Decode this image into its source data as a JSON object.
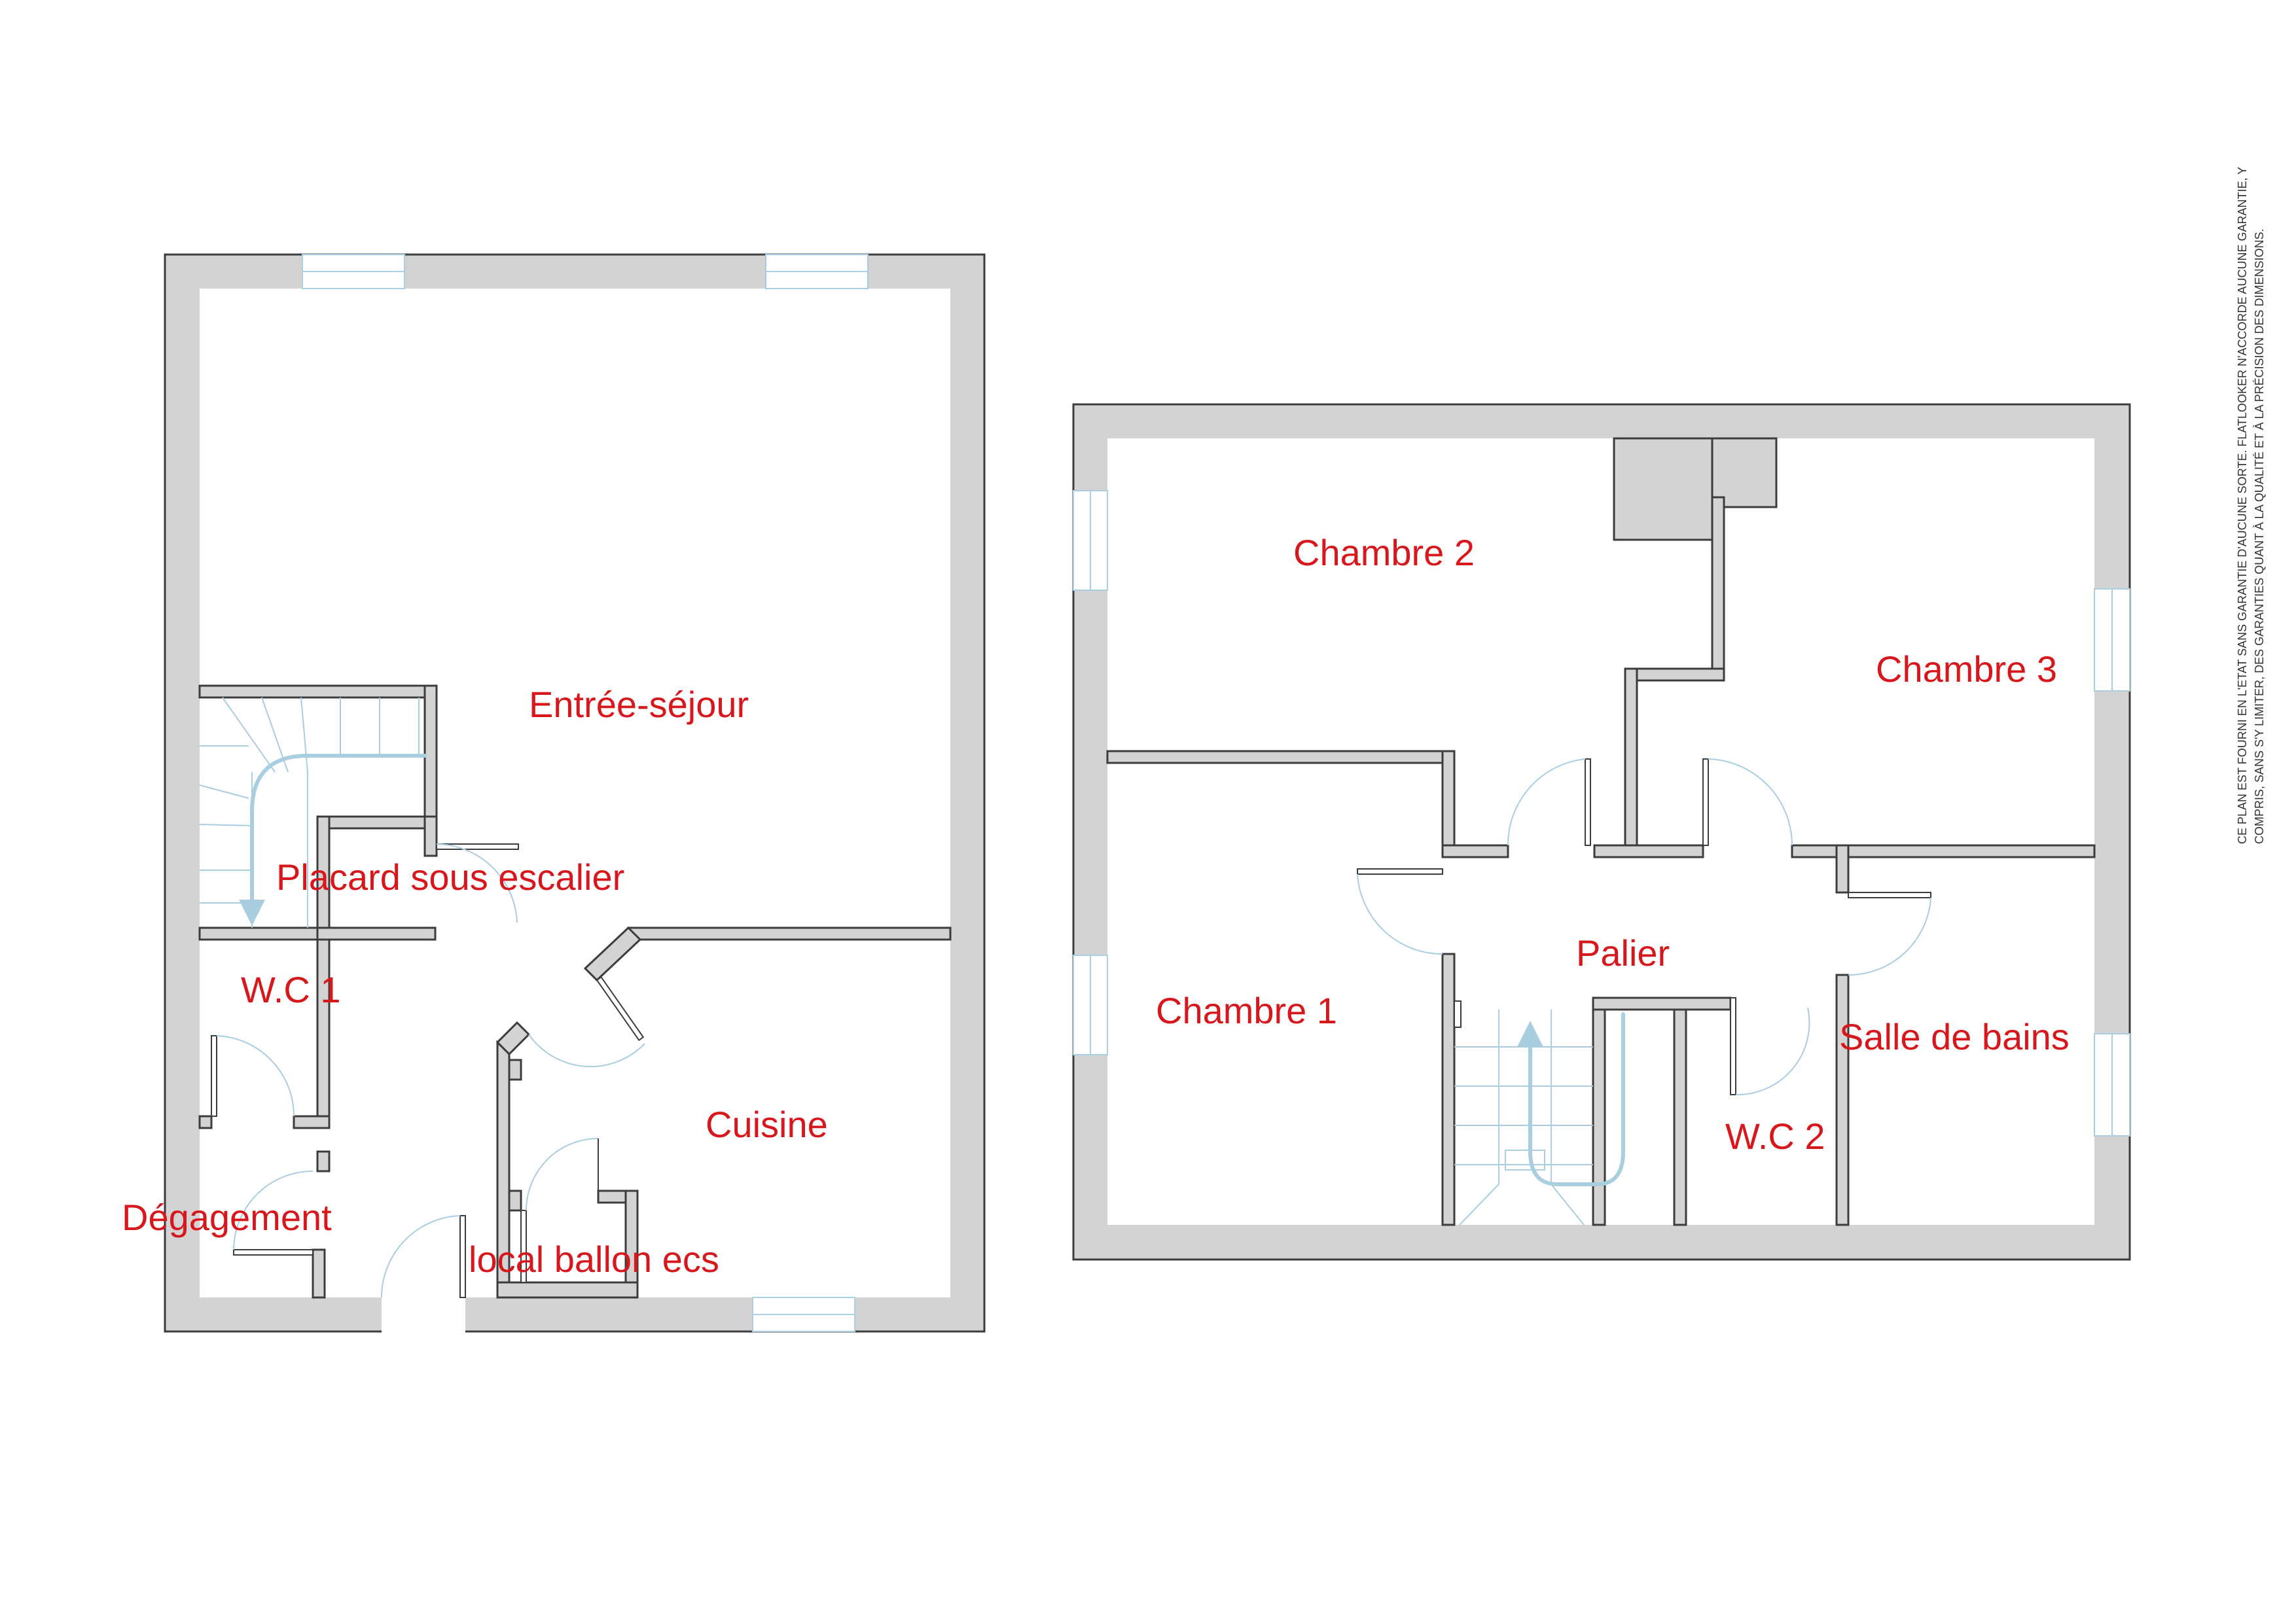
{
  "rooms": {
    "entree_sejour": "Entrée-séjour",
    "placard": "Placard sous escalier",
    "wc1": "W.C 1",
    "degagement": "Dégagement",
    "local_ballon": "local ballon ecs",
    "cuisine": "Cuisine",
    "chambre1": "Chambre 1",
    "chambre2": "Chambre 2",
    "chambre3": "Chambre 3",
    "palier": "Palier",
    "wc2": "W.C 2",
    "salle_de_bains": "Salle de bains"
  },
  "disclaimer": {
    "line1": "CE PLAN EST FOURNI EN L'ETAT SANS GARANTIE D'AUCUNE SORTE. FLATLOOKER N'ACCORDE AUCUNE GARANTIE, Y",
    "line2": "COMPRIS, SANS S'Y LIMITER, DES GARANTIES QUANT À LA QUALITÉ ET À LA PRÉCISION DES DIMENSIONS."
  },
  "colors": {
    "label": "#d8171c",
    "wall": "#d3d3d3",
    "fixture": "#a9cedf"
  }
}
